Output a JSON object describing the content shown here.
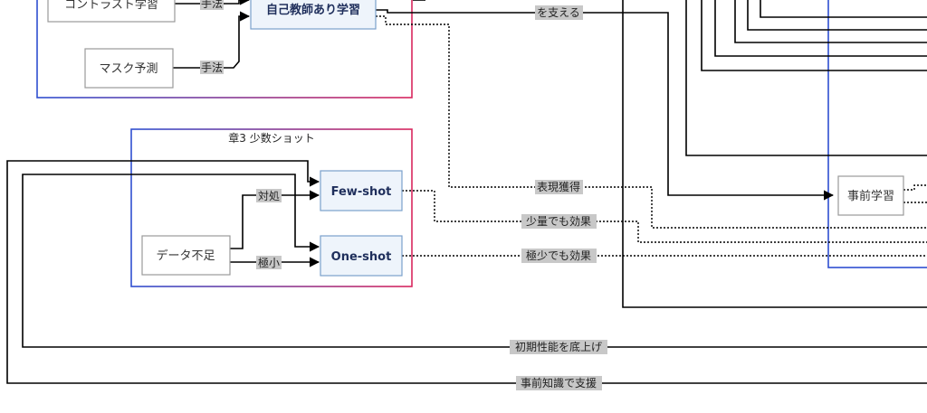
{
  "nodes": {
    "contrast": "コントラスト学習",
    "mask": "マスク予測",
    "selfsup": "自己教師あり学習",
    "fewshot": "Few-shot",
    "oneshot": "One-shot",
    "datashort": "データ不足",
    "pretrain": "事前学習"
  },
  "groups": {
    "ch3": "章3 少数ショット"
  },
  "edges": {
    "method1": "手法",
    "method2": "手法",
    "support": "を支える",
    "repr": "表現獲得",
    "small_effect": "少量でも効果",
    "tiny_effect": "極少でも効果",
    "cope": "対処",
    "minimal": "極小",
    "initial_perf": "初期性能を底上げ",
    "prior_knowledge": "事前知識で支援"
  },
  "colors": {
    "group_border_start": "#2f4fd0",
    "group_border_end": "#d8265e",
    "blue_node_fill": "#eef4fb",
    "label_bg": "#c8c8c8"
  }
}
